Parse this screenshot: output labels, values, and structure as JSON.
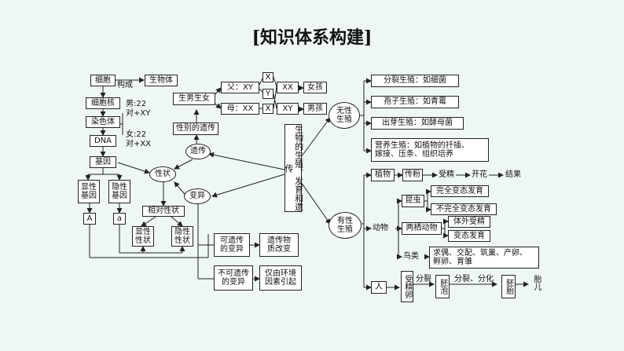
{
  "title": "[知识体系构建]",
  "left": {
    "xibao": "细胞",
    "goucheng": "构成",
    "shengwuti": "生物体",
    "xibaohe": "细胞核",
    "ranseti": "染色体",
    "dna": "DNA",
    "jiyin": "基因",
    "nan": "男:22\n对+XY",
    "nv": "女:22\n对+XX",
    "xianxing_jiyin": "显性\n基因",
    "yinxing_jiyin": "隐性\n基因",
    "A": "A",
    "a": "a",
    "xiangdui": "相对性状",
    "xianxing_xingzhuang": "显性\n性状",
    "yinxing_xingzhuang": "隐性\n性状",
    "xingzhuang": "性状",
    "yichuan": "遗传",
    "bianyi": "变异"
  },
  "sex": {
    "shengnan": "生男生女",
    "fu": "父：XY",
    "mu": "母：XX",
    "X": "X",
    "Y": "Y",
    "XX": "XX",
    "XY": "XY",
    "nvhai": "女孩",
    "nanhai": "男孩",
    "xingbie": "性别的遗传"
  },
  "variation": {
    "keyichuan": "可遗传\n的变异",
    "yichuanwuzhi": "遗传物\n质改变",
    "bukeyichuan": "不可遗传\n的变异",
    "huanjing": "仅由环境\n因素引起"
  },
  "center": "生物的生殖、发育和遗传",
  "asexual": {
    "label": "无性\n生殖",
    "items": [
      "分裂生殖：如细菌",
      "孢子生殖：如青霉",
      "出芽生殖：如酵母菌",
      "营养生殖：如植物的扦插、\n嫁接、压条、组织培养"
    ]
  },
  "sexual": {
    "label": "有性\n生殖",
    "zhiwu": "植物",
    "chuanfen": "传粉",
    "shoujing": "受精",
    "kaihua": "开花",
    "jieguo": "结果",
    "dongwu": "动物",
    "kunchong": "昆虫",
    "wanquan": "完全变态发育",
    "buwanquan": "不完全变态发育",
    "liangqi": "两栖动物",
    "tiwai": "体外受精",
    "biantai": "变态发育",
    "niaolei": "鸟类",
    "niaolei_desc": "求偶、交配、筑巢、产卵、\n孵卵、育雏",
    "ren": "人",
    "shoujingluan": "受精卵",
    "fenlie": "分裂",
    "peipao": "胚泡",
    "fenlie_fenhua": "分裂、分化",
    "peitai": "胚胎",
    "taier": "胎儿"
  }
}
